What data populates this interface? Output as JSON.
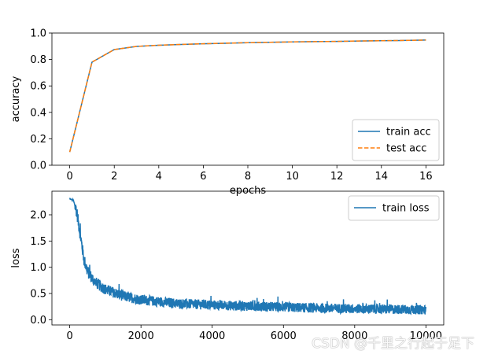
{
  "colors": {
    "train": "#1f77b4",
    "test": "#ff7f0e"
  },
  "chart_data": [
    {
      "type": "line",
      "xlabel": "epochs",
      "ylabel": "accuracy",
      "xlim": [
        -0.8,
        16.8
      ],
      "ylim": [
        0.0,
        1.0
      ],
      "xticks": [
        0,
        2,
        4,
        6,
        8,
        10,
        12,
        14,
        16
      ],
      "yticks": [
        0.0,
        0.2,
        0.4,
        0.6,
        0.8,
        1.0
      ],
      "xtick_labels": [
        "0",
        "2",
        "4",
        "6",
        "8",
        "10",
        "12",
        "14",
        "16"
      ],
      "ytick_labels": [
        "0.0",
        "0.2",
        "0.4",
        "0.6",
        "0.8",
        "1.0"
      ],
      "legend_position": "lower-right",
      "x": [
        0,
        1,
        2,
        3,
        4,
        5,
        6,
        7,
        8,
        9,
        10,
        11,
        12,
        13,
        14,
        15,
        16
      ],
      "series": [
        {
          "name": "train acc",
          "style": "solid",
          "values": [
            0.1,
            0.78,
            0.875,
            0.899,
            0.908,
            0.914,
            0.919,
            0.923,
            0.927,
            0.93,
            0.933,
            0.935,
            0.937,
            0.94,
            0.942,
            0.944,
            0.947
          ]
        },
        {
          "name": "test acc",
          "style": "dashed",
          "values": [
            0.1,
            0.78,
            0.875,
            0.899,
            0.908,
            0.914,
            0.919,
            0.923,
            0.927,
            0.93,
            0.933,
            0.935,
            0.937,
            0.94,
            0.942,
            0.944,
            0.947
          ]
        }
      ]
    },
    {
      "type": "line",
      "xlabel": "",
      "ylabel": "loss",
      "xlim": [
        -500,
        10500
      ],
      "ylim": [
        -0.1,
        2.45
      ],
      "xticks": [
        0,
        2000,
        4000,
        6000,
        8000,
        10000
      ],
      "yticks": [
        0.0,
        0.5,
        1.0,
        1.5,
        2.0
      ],
      "xtick_labels": [
        "0",
        "2000",
        "4000",
        "6000",
        "8000",
        "10000"
      ],
      "ytick_labels": [
        "0.0",
        "0.5",
        "1.0",
        "1.5",
        "2.0"
      ],
      "legend_position": "upper-right",
      "series": [
        {
          "name": "train loss",
          "x": [
            0,
            100,
            200,
            300,
            400,
            500,
            700,
            1000,
            1500,
            2000,
            3000,
            4000,
            5000,
            6000,
            7000,
            8000,
            9000,
            10000
          ],
          "values": [
            2.3,
            2.28,
            2.05,
            1.6,
            1.15,
            0.92,
            0.72,
            0.58,
            0.45,
            0.38,
            0.31,
            0.28,
            0.26,
            0.24,
            0.22,
            0.21,
            0.2,
            0.19
          ],
          "noise_band": 0.12
        }
      ]
    }
  ],
  "watermark": "CSDN @千里之行起于足下"
}
